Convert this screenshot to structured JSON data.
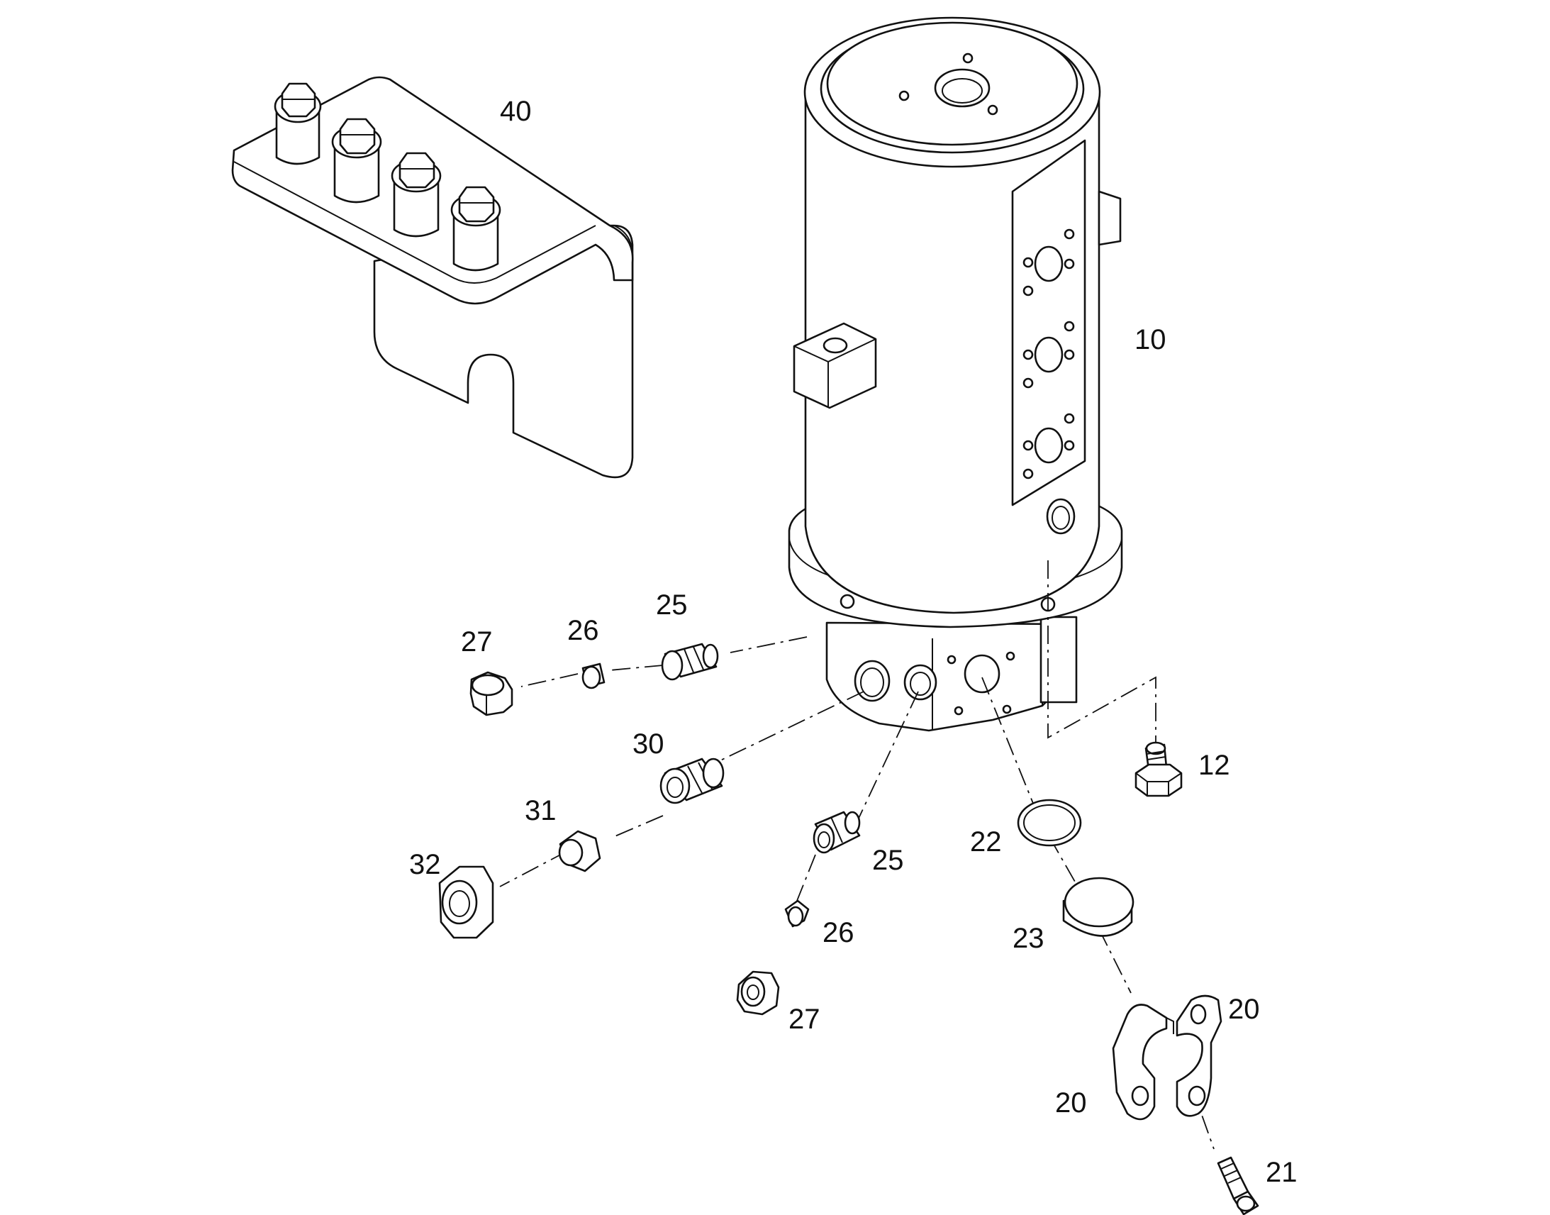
{
  "labels": {
    "l40": "40",
    "l10": "10",
    "l27a": "27",
    "l26a": "26",
    "l25a": "25",
    "l30": "30",
    "l31": "31",
    "l32": "32",
    "l25b": "25",
    "l26b": "26",
    "l27b": "27",
    "l22": "22",
    "l23": "23",
    "l20a": "20",
    "l20b": "20",
    "l21": "21",
    "l12": "12"
  },
  "colors": {
    "line": "#111111",
    "background": "#ffffff"
  }
}
